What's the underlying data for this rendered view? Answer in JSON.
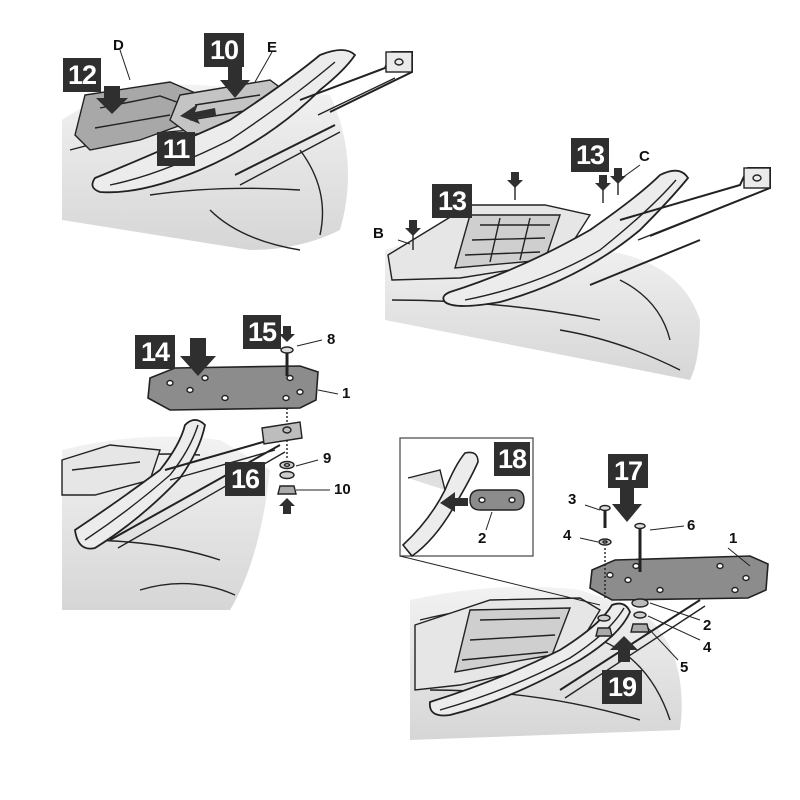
{
  "colors": {
    "step_box": "#2f2f2f",
    "step_text": "#ffffff",
    "plate_fill": "#8c8c8c",
    "line": "#222222",
    "body_shade": "#d9d9d9"
  },
  "steps": {
    "s10": "10",
    "s11": "11",
    "s12": "12",
    "s13a": "13",
    "s13b": "13",
    "s14": "14",
    "s15": "15",
    "s16": "16",
    "s17": "17",
    "s18": "18",
    "s19": "19"
  },
  "letters": {
    "B": "B",
    "C": "C",
    "D": "D",
    "E": "E"
  },
  "parts": {
    "p1_top": "1",
    "p8": "8",
    "p9": "9",
    "p10": "10",
    "p1_bottom": "1",
    "p2_inset": "2",
    "p3": "3",
    "p4_left": "4",
    "p6": "6",
    "p2_right": "2",
    "p4_right": "4",
    "p5": "5"
  }
}
